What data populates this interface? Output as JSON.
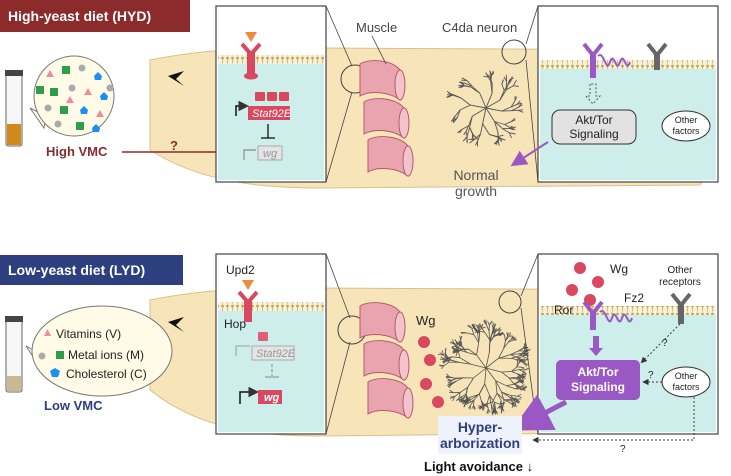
{
  "top": {
    "banner": "High-yeast diet (HYD)",
    "vmc_label": "High VMC",
    "question": "?",
    "gene": "Stat92E",
    "target": "wg",
    "muscle": "Muscle",
    "neuron": "C4da neuron",
    "signaling": "Akt/Tor Signaling",
    "other_factors": "Other factors",
    "outcome": "Normal growth"
  },
  "bottom": {
    "banner": "Low-yeast diet (LYD)",
    "vmc_label": "Low VMC",
    "legend": [
      "Vitamins (V)",
      "Metal ions (M)",
      "Cholesterol (C)"
    ],
    "upd2": "Upd2",
    "hop": "Hop",
    "gene": "Stat92E",
    "target": "wg",
    "wg_muscle": "Wg",
    "wg_box": "Wg",
    "ror": "Ror",
    "fz2": "Fz2",
    "other_receptors": "Other receptors",
    "signaling": "Akt/Tor Signaling",
    "other_factors": "Other factors",
    "q1": "?",
    "q2": "?",
    "q3": "?",
    "outcome": "Hyper-arborization",
    "light": "Light avoidance ↓"
  },
  "colors": {
    "hyd_banner": "#8b2b2b",
    "lyd_banner": "#2e3f7f",
    "larva": "#f7e4b8",
    "cell": "#cdeeea",
    "muscle": "#eaa4b0",
    "red": "#d9485f",
    "purple": "#9a58c4",
    "gray": "#777777"
  }
}
